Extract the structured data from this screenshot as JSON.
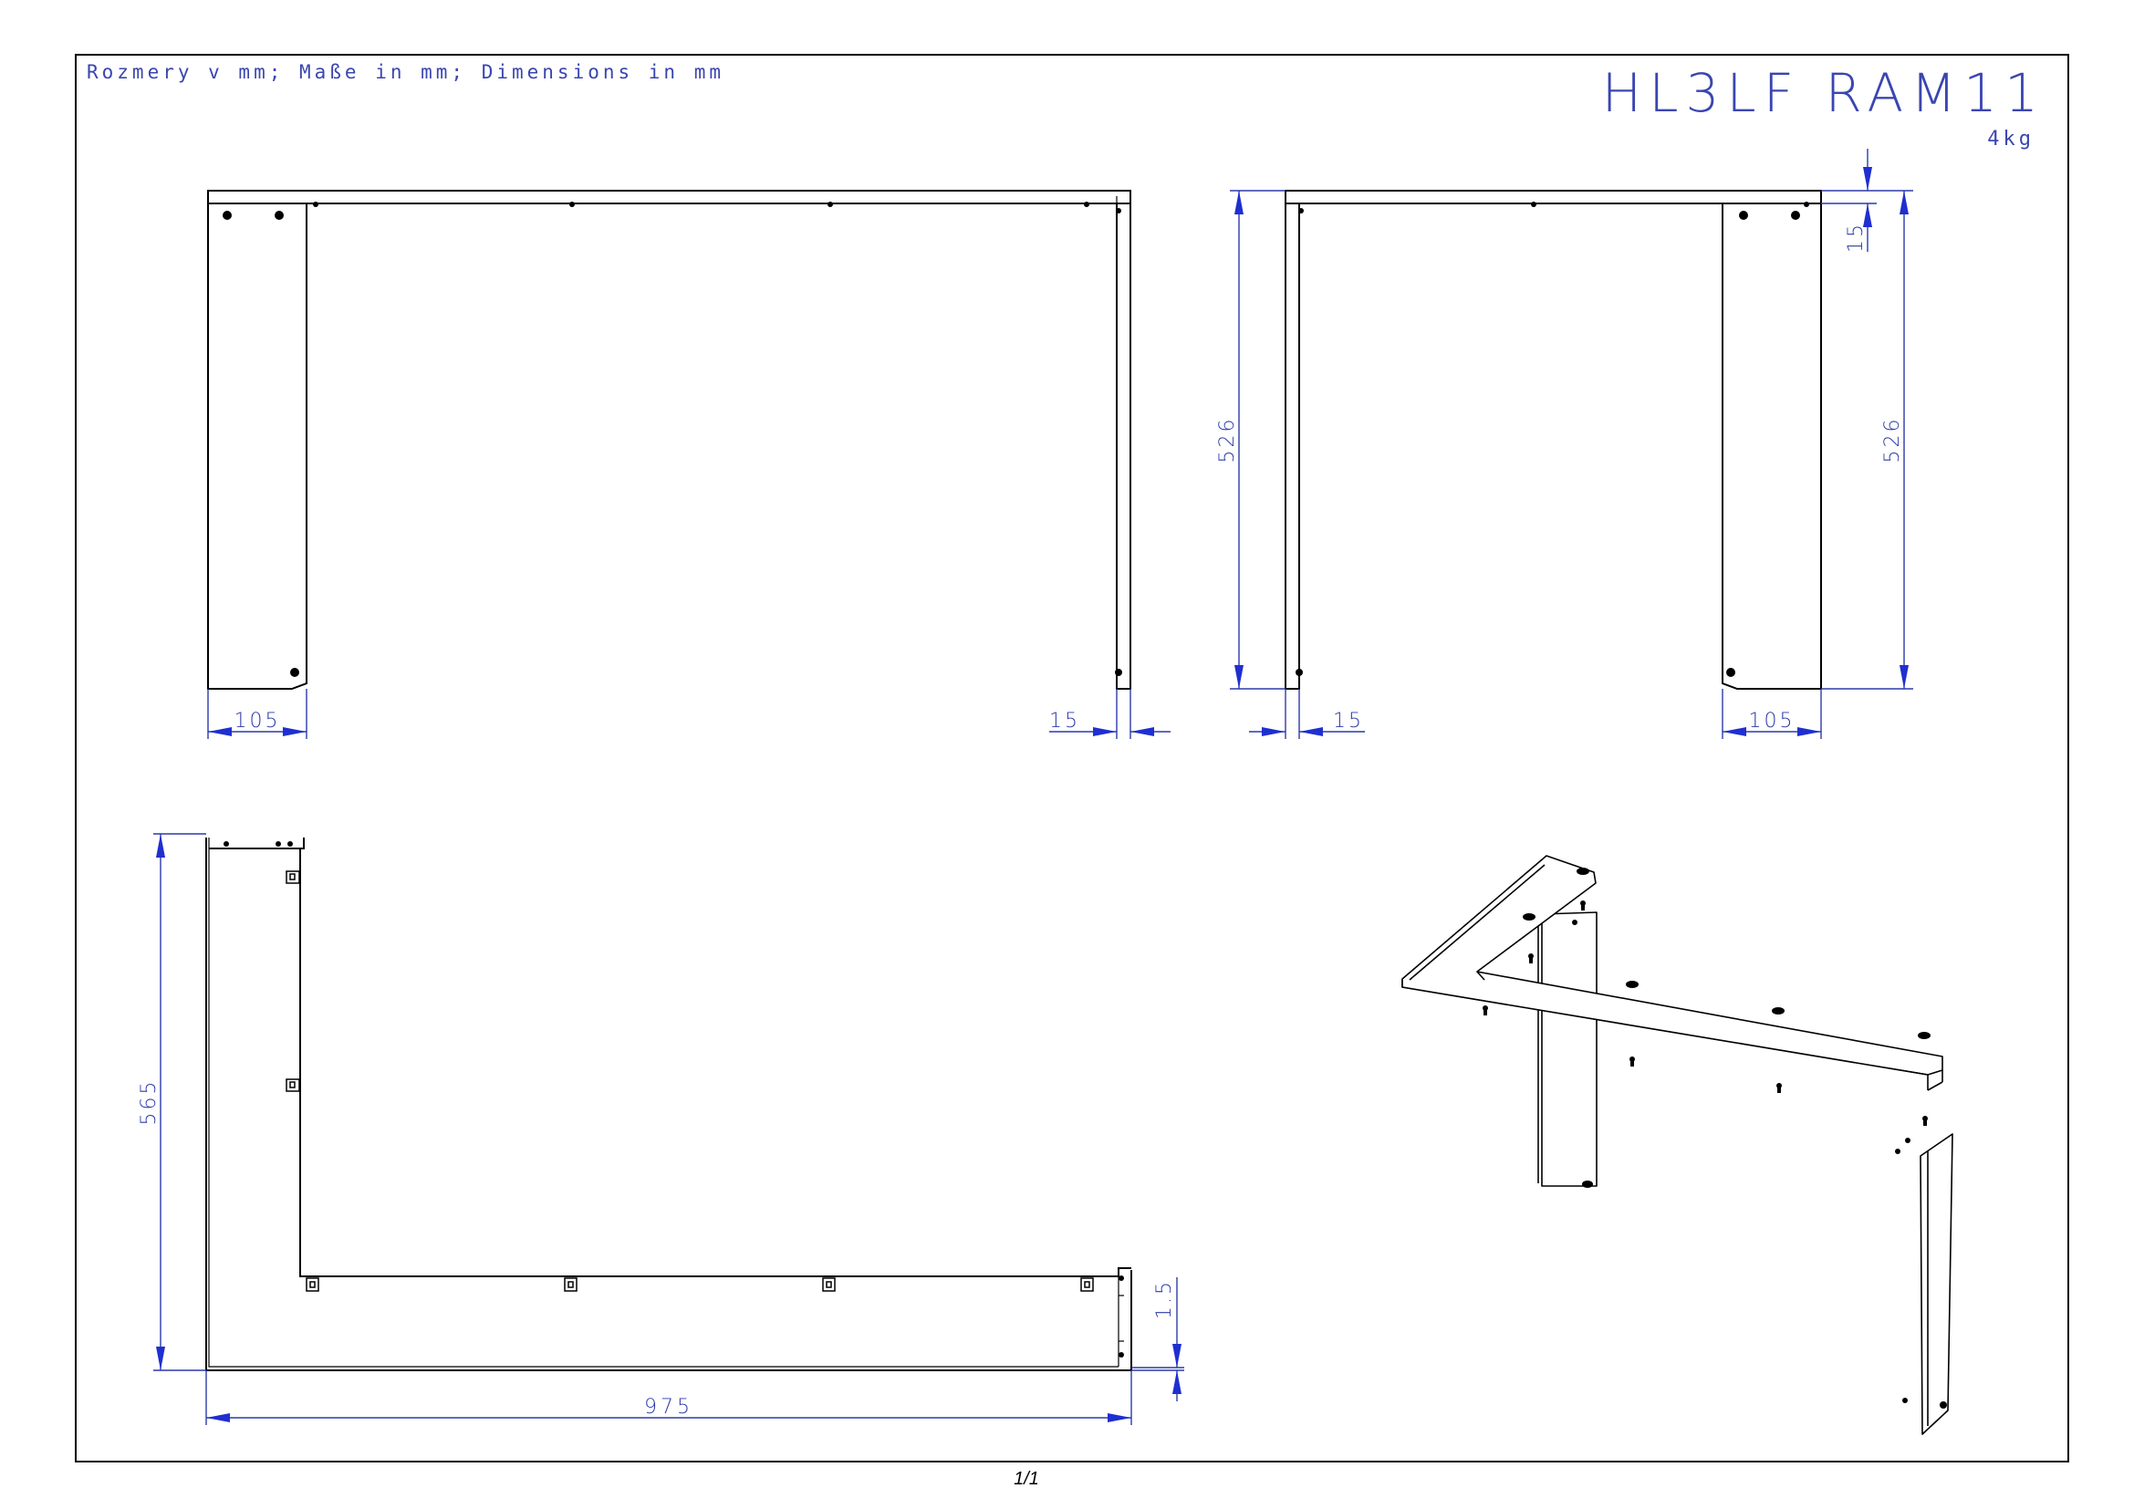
{
  "header": {
    "units_note": "Rozmery v mm; Maße in mm; Dimensions in mm",
    "part_code": "HL3LF RAM11",
    "weight": "4kg"
  },
  "dimensions": {
    "front_left_leg_width": "105",
    "front_right_leg_thickness": "15",
    "side_left_thickness": "15",
    "side_right_leg_width": "105",
    "side_height_left": "526",
    "side_height_right": "526",
    "side_top_thickness": "15",
    "plan_depth": "565",
    "plan_length": "975",
    "plan_sheet_thickness": "1.5"
  },
  "footer": {
    "page_number": "1/1"
  }
}
